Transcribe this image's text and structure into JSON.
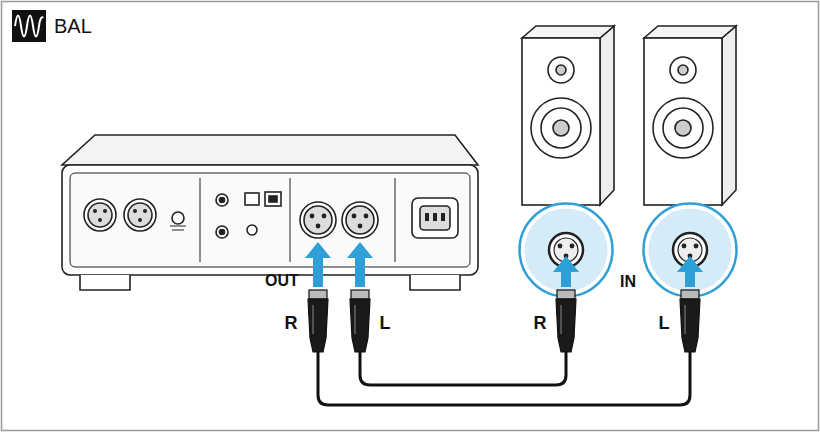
{
  "diagram": {
    "labels": [
      "BAL",
      "OUT",
      "R",
      "L",
      "R",
      "L",
      "IN"
    ]
  }
}
